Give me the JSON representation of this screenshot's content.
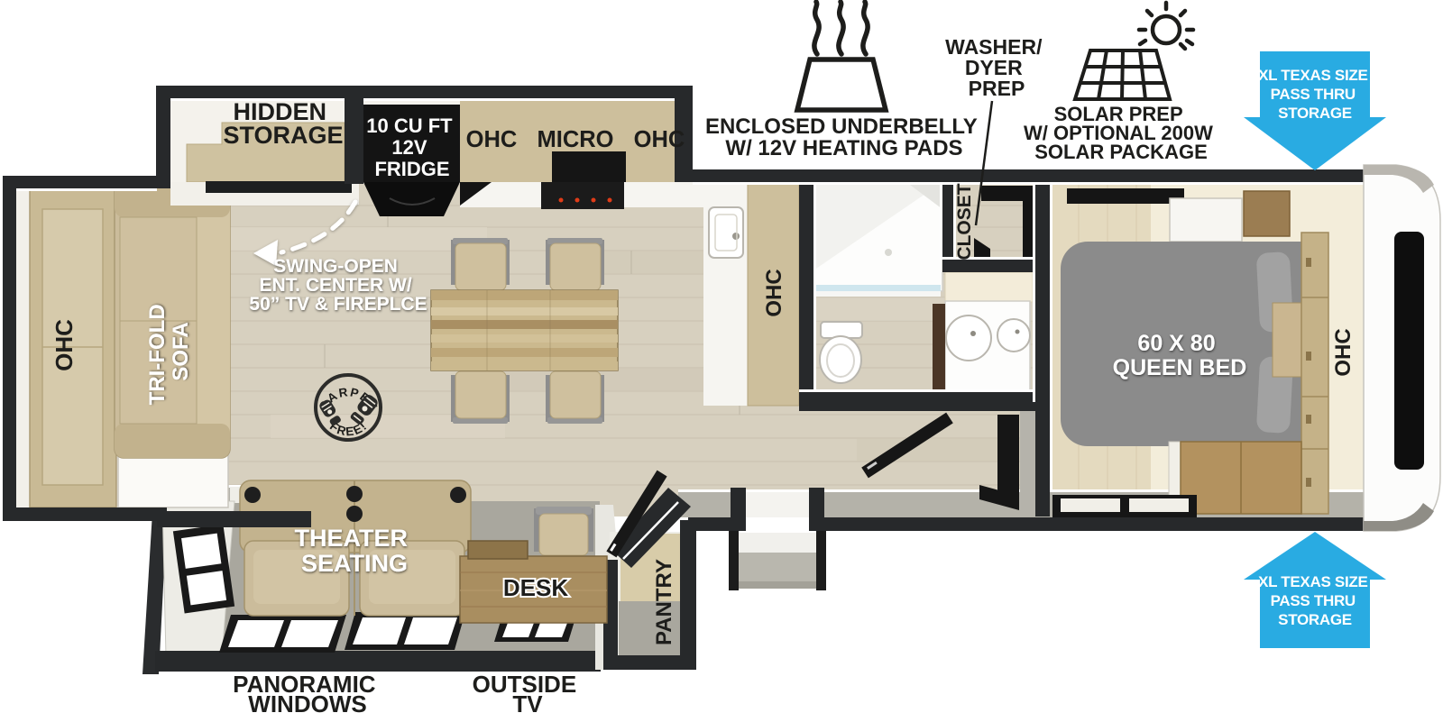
{
  "colors": {
    "wall": "#27292b",
    "wood_floor": "#d7d0bf",
    "bedroom_floor": "#f3edda",
    "slide_floor": "#a9a79e",
    "gray_band": "#b4b2a9",
    "tan_cabinet": "#cdbf9c",
    "sofa_tan": "#cbbc9b",
    "bed_gray": "#8b8b8b",
    "arrow_blue": "#29abe2",
    "stamp_black": "#2c2c2a"
  },
  "annotations": {
    "underbelly": {
      "icon": "heating-pads-icon",
      "line1": "ENCLOSED UNDERBELLY",
      "line2": "W/ 12V HEATING PADS"
    },
    "washer_dryer": {
      "line1": "WASHER/",
      "line2": "DYER",
      "line3": "PREP"
    },
    "solar": {
      "icon": "solar-panel-icon",
      "line1": "SOLAR PREP",
      "line2": "W/ OPTIONAL 200W",
      "line3": "SOLAR PACKAGE"
    },
    "storage_arrow_top": {
      "direction": "down",
      "line1": "XL TEXAS SIZE",
      "line2": "PASS THRU",
      "line3": "STORAGE"
    },
    "storage_arrow_bottom": {
      "direction": "up",
      "line1": "XL TEXAS SIZE",
      "line2": "PASS THRU",
      "line3": "STORAGE"
    }
  },
  "floorplan": {
    "labels": {
      "hidden_storage1": "HIDDEN",
      "hidden_storage2": "STORAGE",
      "fridge1": "10 CU FT",
      "fridge2": "12V",
      "fridge3": "FRIDGE",
      "kitchen_cabinets": "OHC  MICRO  OHC",
      "rear_ohc": "OHC",
      "sofa1": "TRI-FOLD",
      "sofa2": "SOFA",
      "swing1": "SWING-OPEN",
      "swing2": "ENT. CENTER W/",
      "swing3": "50” TV & FIREPLCE",
      "stamp_top": "CARPET",
      "stamp_bottom": "FREE!",
      "theater1": "THEATER",
      "theater2": "SEATING",
      "desk": "DESK",
      "pantry": "PANTRY",
      "panoramic1": "PANORAMIC",
      "panoramic2": "WINDOWS",
      "outside_tv1": "OUTSIDE",
      "outside_tv2": "TV",
      "kitchen_ohc": "OHC",
      "closet": "CLOSET",
      "bed1": "60 X 80",
      "bed2": "QUEEN BED",
      "bedroom_ohc": "OHC"
    }
  }
}
